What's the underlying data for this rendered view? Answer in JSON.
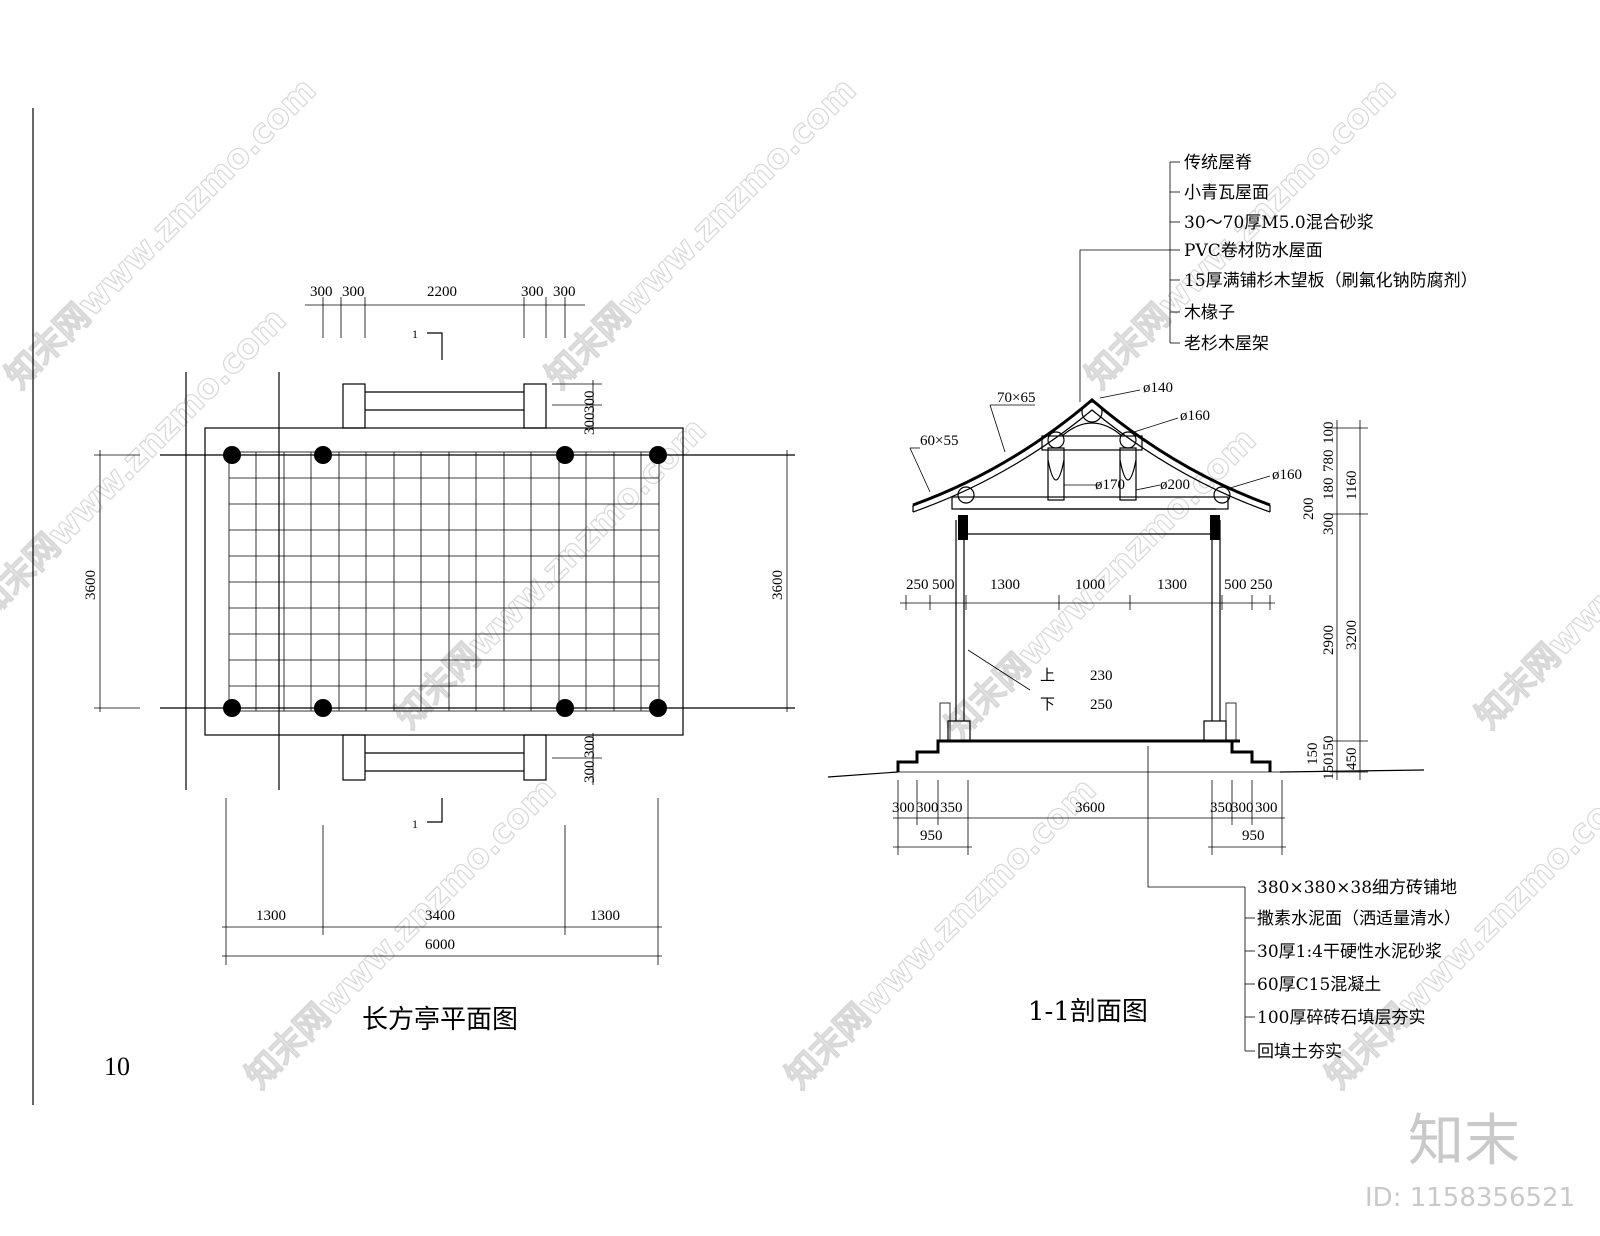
{
  "page_number": "10",
  "plan": {
    "title": "长方亭平面图",
    "section_mark": "1",
    "top_dims": [
      "300",
      "300",
      "2200",
      "300",
      "300"
    ],
    "side_dims_top": [
      "300",
      "300"
    ],
    "side_dims_bottom": [
      "300",
      "300"
    ],
    "left_height": "3600",
    "right_height": "3600",
    "bottom_dims": [
      "1300",
      "3400",
      "1300"
    ],
    "total_width": "6000"
  },
  "section": {
    "title": "1-1剖面图",
    "roof_layers": [
      "传统屋脊",
      "小青瓦屋面",
      "30～70厚M5.0混合砂浆",
      "PVC卷材防水屋面",
      "15厚满铺杉木望板（刷氟化钠防腐剂）",
      "木椽子",
      "老杉木屋架"
    ],
    "floor_layers": [
      "380×380×38细方砖铺地",
      "撒素水泥面（洒适量清水）",
      "30厚1:4干硬性水泥砂浆",
      "60厚C15混凝土",
      "100厚碎砖石填层夯实",
      "回填土夯实"
    ],
    "members": {
      "rafter_upper": "70×65",
      "rafter_lower": "60×55",
      "ridge_purlin": "ø140",
      "upper_purlin": "ø160",
      "short_post": "ø170",
      "beam": "ø200",
      "eave_purlin": "ø160"
    },
    "column": {
      "top_label": "上",
      "top_value": "230",
      "bottom_label": "下",
      "bottom_value": "250"
    },
    "upper_dims": [
      "250",
      "500",
      "1300",
      "1000",
      "1300",
      "500",
      "250"
    ],
    "base_dims": [
      "300",
      "300",
      "350",
      "3600",
      "350",
      "300",
      "300"
    ],
    "step_width": "950",
    "right_dims_outer": [
      "1160",
      "3200",
      "450"
    ],
    "right_dims_inner": [
      "100",
      "780",
      "180",
      "300",
      "200",
      "2900",
      "150",
      "150",
      "150"
    ]
  },
  "watermark": {
    "text": "知末网www.znzmo.com",
    "brand": "知末",
    "id": "ID: 1158356521"
  }
}
